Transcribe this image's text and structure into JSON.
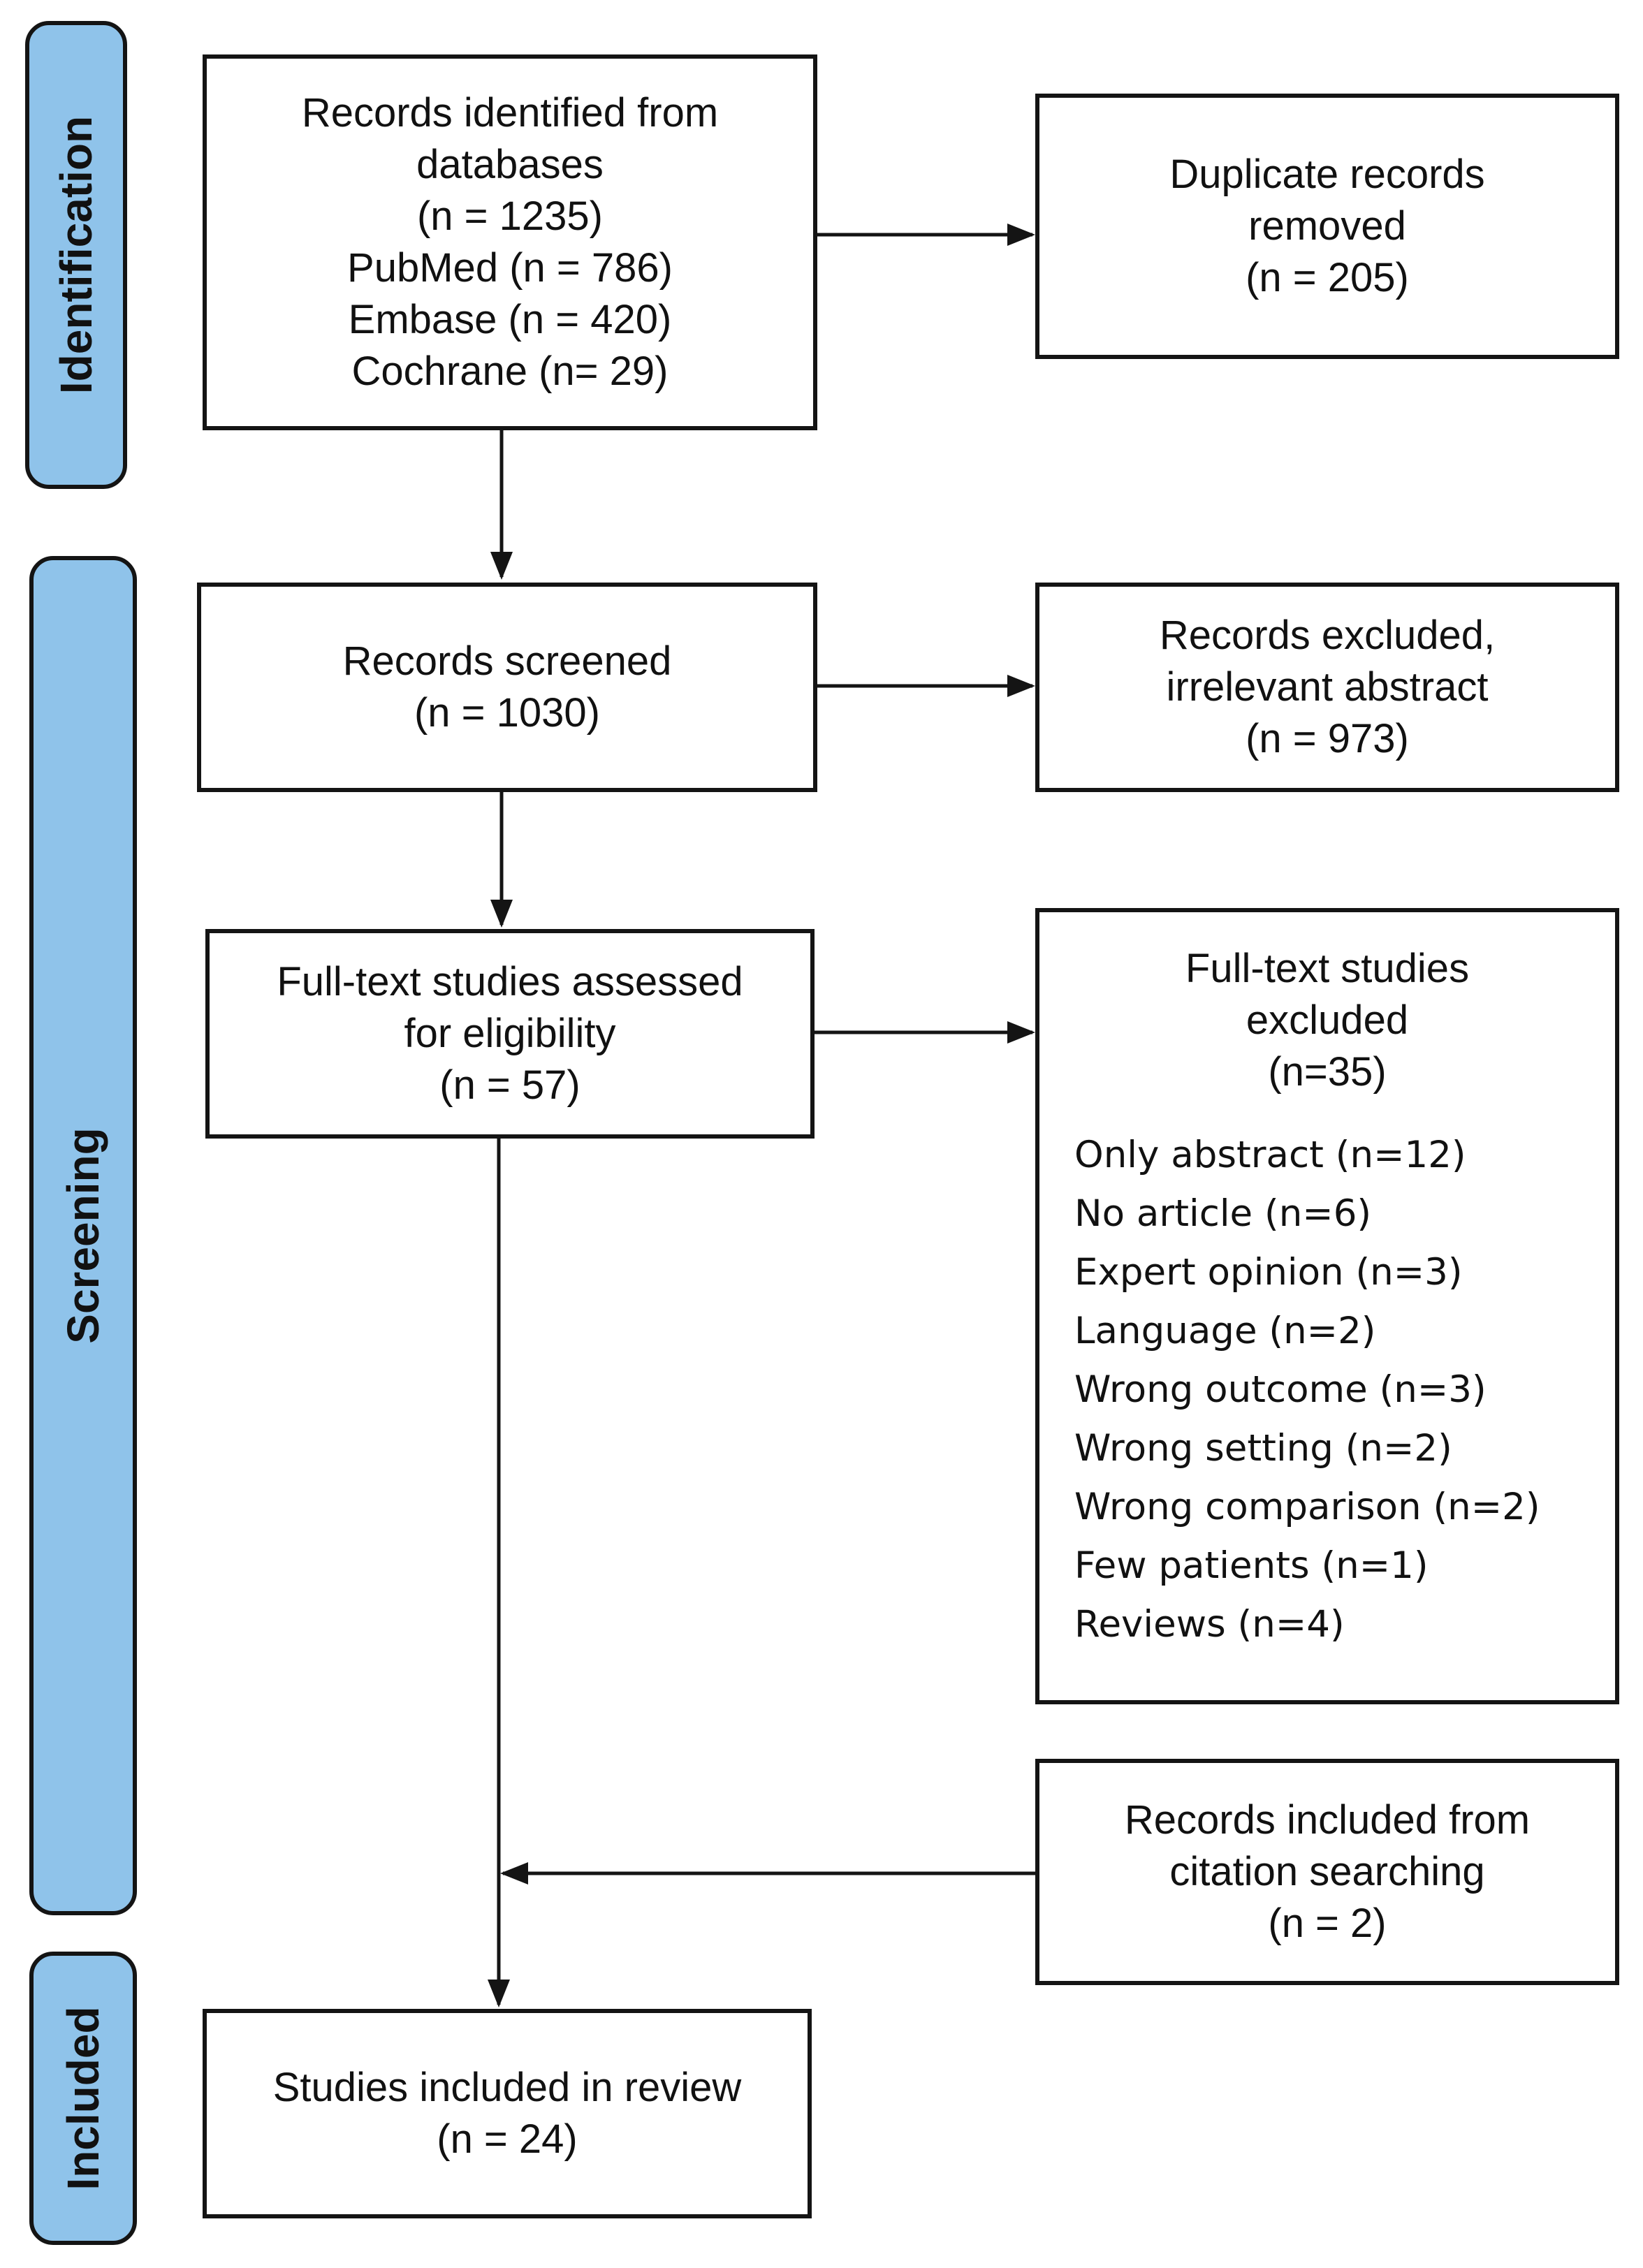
{
  "phases": {
    "identification": "Identification",
    "screening": "Screening",
    "included": "Included"
  },
  "boxes": {
    "records_identified": {
      "lines": [
        "Records identified from",
        "databases",
        "(n = 1235)",
        "PubMed (n = 786)",
        "Embase (n = 420)",
        "Cochrane (n= 29)"
      ]
    },
    "duplicates_removed": {
      "lines": [
        "Duplicate records",
        "removed",
        "(n = 205)"
      ]
    },
    "records_screened": {
      "lines": [
        "Records screened",
        "(n = 1030)"
      ]
    },
    "records_excluded": {
      "lines": [
        "Records excluded,",
        "irrelevant abstract",
        "(n = 973)"
      ]
    },
    "fulltext_assessed": {
      "lines": [
        "Full-text studies assessed",
        "for eligibility",
        "(n = 57)"
      ]
    },
    "fulltext_excluded": {
      "lines": [
        "Full-text studies",
        "excluded",
        "(n=35)"
      ],
      "reasons": [
        "Only abstract (n=12)",
        "No article (n=6)",
        "Expert opinion (n=3)",
        "Language (n=2)",
        "Wrong outcome (n=3)",
        "Wrong setting (n=2)",
        "Wrong comparison (n=2)",
        "Few patients (n=1)",
        "Reviews (n=4)"
      ]
    },
    "citation_searching": {
      "lines": [
        "Records included from",
        "citation searching",
        "(n = 2)"
      ]
    },
    "studies_included": {
      "lines": [
        "Studies included in review",
        "(n = 24)"
      ]
    }
  },
  "colors": {
    "phase_fill": "#8fc3ea",
    "stroke": "#141414"
  }
}
